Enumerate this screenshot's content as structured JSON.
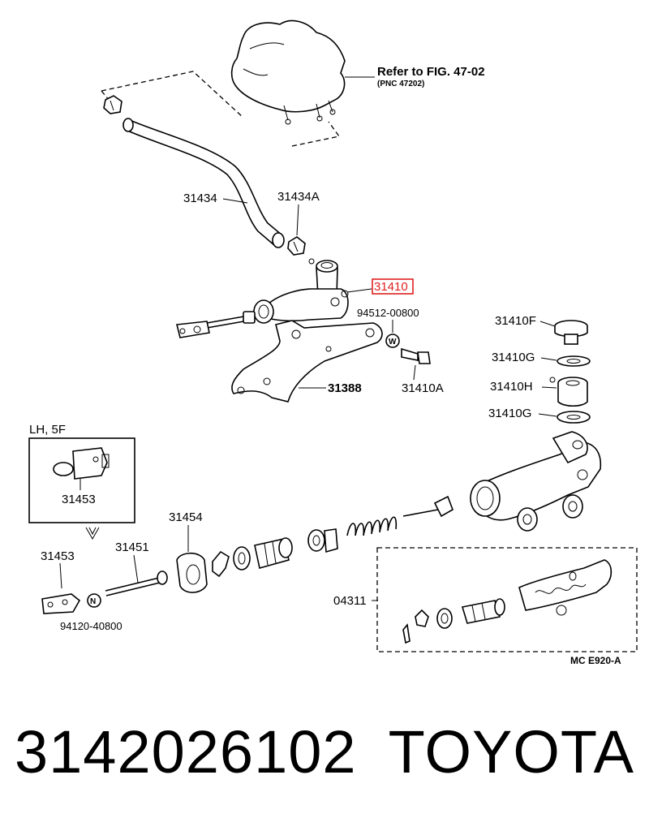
{
  "reference": {
    "text": "Refer to FIG. 47-02",
    "pnc": "(PNC 47202)"
  },
  "labels": {
    "p31434": "31434",
    "p31434A": "31434A",
    "p31410": "31410",
    "p94512": "94512-00800",
    "p31388": "31388",
    "p31410A": "31410A",
    "p31410F": "31410F",
    "p31410G_top": "31410G",
    "p31410H": "31410H",
    "p31410G_bot": "31410G",
    "lh5f": "LH, 5F",
    "p31453_box": "31453",
    "p31454": "31454",
    "p31451": "31451",
    "p31453": "31453",
    "p94120": "94120-40800",
    "p04311": "04311",
    "mark_w": "W",
    "mark_n": "N",
    "code": "MC  E920-A"
  },
  "highlight": {
    "part": "31410",
    "color": "#e02020"
  },
  "footer": {
    "part_number": "3142026102",
    "brand": "TOYOTA"
  }
}
